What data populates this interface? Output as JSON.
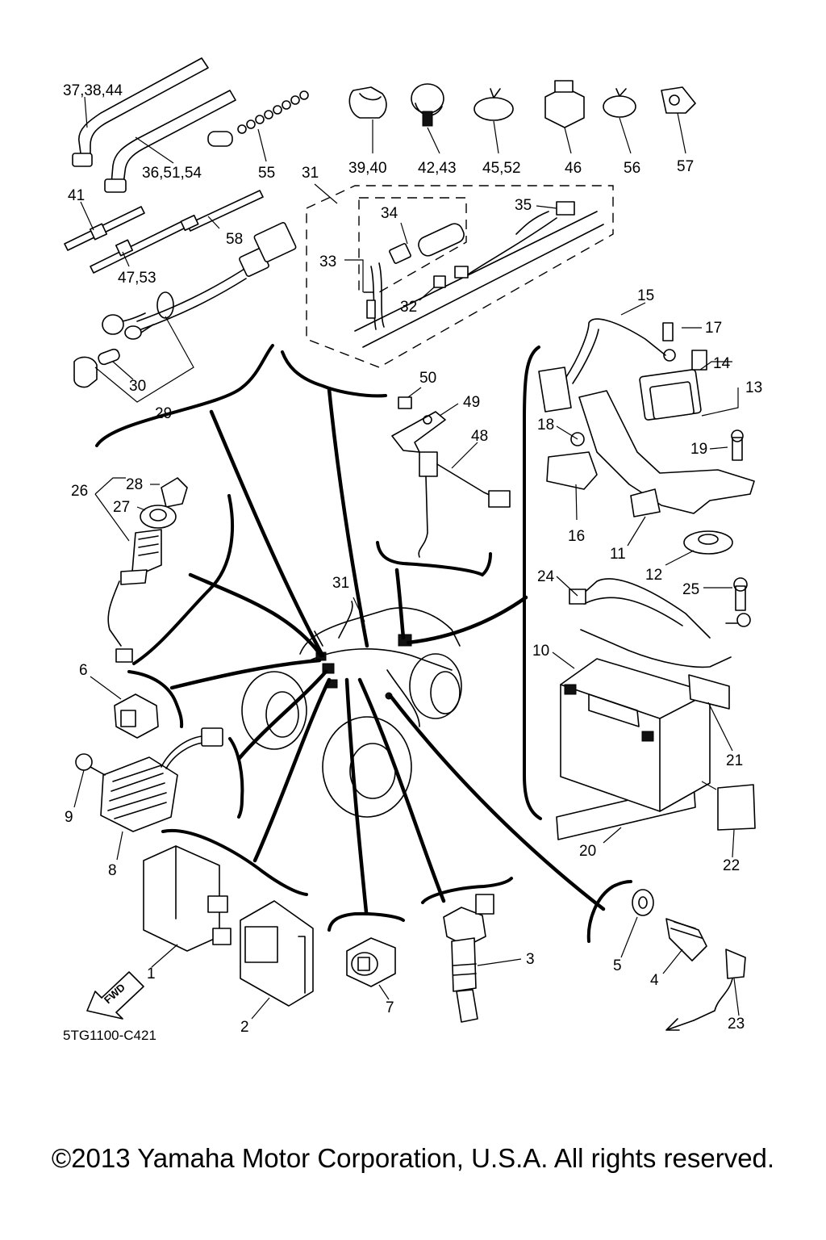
{
  "callouts": {
    "c37_38_44": "37,38,44",
    "c36_51_54": "36,51,54",
    "c55": "55",
    "c31_top": "31",
    "c39_40": "39,40",
    "c42_43": "42,43",
    "c45_52": "45,52",
    "c46": "46",
    "c56": "56",
    "c57": "57",
    "c41": "41",
    "c58": "58",
    "c47_53": "47,53",
    "c34": "34",
    "c35": "35",
    "c33": "33",
    "c32": "32",
    "c30": "30",
    "c29": "29",
    "c15": "15",
    "c17": "17",
    "c14": "14",
    "c13": "13",
    "c50": "50",
    "c49": "49",
    "c48": "48",
    "c18": "18",
    "c19": "19",
    "c16": "16",
    "c11": "11",
    "c12": "12",
    "c26": "26",
    "c27": "27",
    "c28": "28",
    "c31_mid": "31",
    "c24": "24",
    "c25": "25",
    "c10": "10",
    "c6": "6",
    "c21": "21",
    "c9": "9",
    "c8": "8",
    "c20": "20",
    "c22": "22",
    "c1": "1",
    "c2": "2",
    "c3": "3",
    "c4": "4",
    "c5": "5",
    "c7": "7",
    "c23": "23"
  },
  "fwd_label": "FWD",
  "diagram_code": "5TG1100-C421",
  "copyright": "©2013 Yamaha Motor Corporation, U.S.A. All rights reserved."
}
